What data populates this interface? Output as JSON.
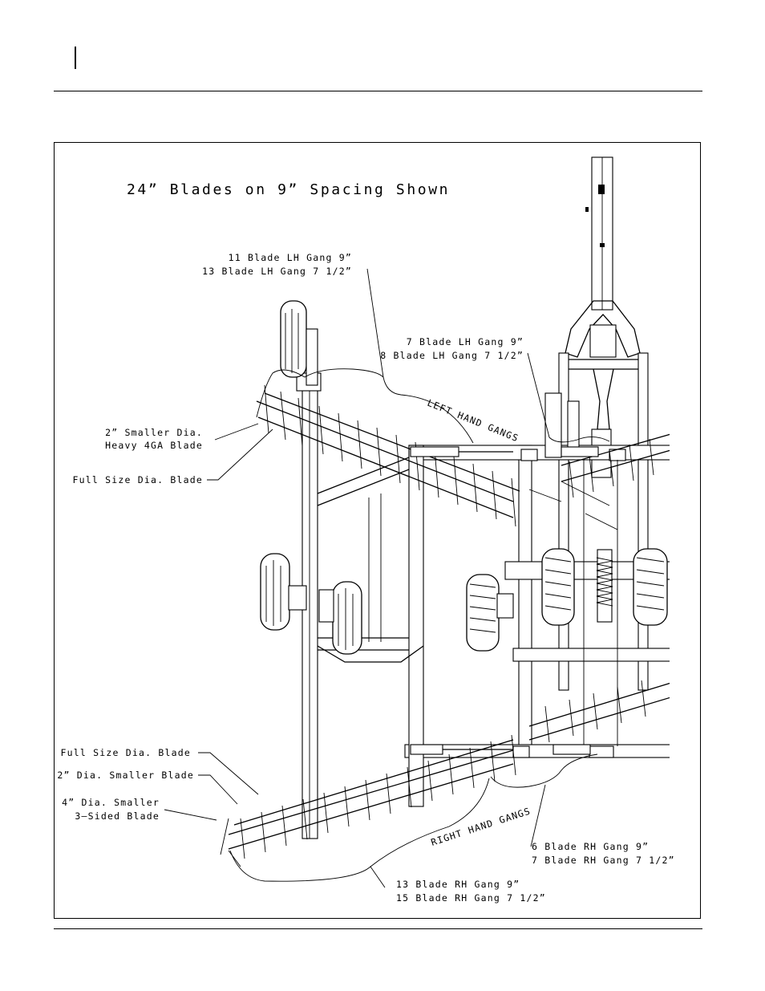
{
  "diagram": {
    "title": "24” Blades on 9” Spacing Shown",
    "callouts": {
      "lh_outer_1": "11 Blade LH Gang 9”",
      "lh_outer_2": "13 Blade LH Gang 7 1/2”",
      "lh_inner_1": "7 Blade LH Gang 9”",
      "lh_inner_2": "8 Blade LH Gang 7 1/2”",
      "left_hand_gangs": "LEFT HAND GANGS",
      "smaller_heavy_1": "2” Smaller Dia.",
      "smaller_heavy_2": "Heavy 4GA Blade",
      "full_size_top": "Full Size Dia. Blade",
      "full_size_bottom": "Full Size Dia. Blade",
      "two_smaller": "2” Dia. Smaller Blade",
      "four_smaller_1": "4” Dia. Smaller",
      "four_smaller_2": "3–Sided Blade",
      "right_hand_gangs": "RIGHT HAND GANGS",
      "rh_inner_1": "6 Blade RH Gang 9”",
      "rh_inner_2": "7 Blade RH Gang 7 1/2”",
      "rh_outer_1": "13 Blade RH Gang 9”",
      "rh_outer_2": "15 Blade RH Gang 7 1/2”"
    }
  }
}
